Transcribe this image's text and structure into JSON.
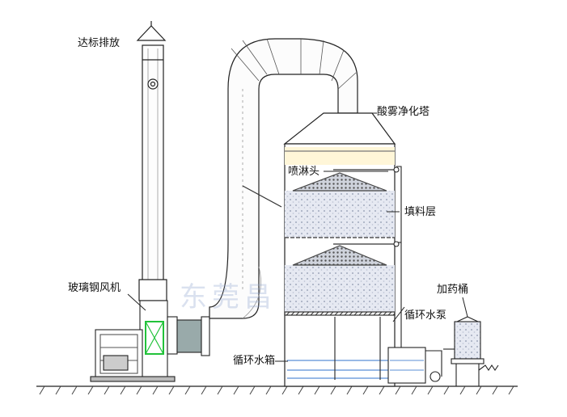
{
  "labels": {
    "stack": "达标排放",
    "tower": "酸雾净化塔",
    "spray": "喷淋头",
    "packing": "填料层",
    "fan": "玻璃钢风机",
    "pump": "循环水泵",
    "doser": "加药桶",
    "tank": "循环水箱"
  },
  "watermark": "东莞昌",
  "colors": {
    "line": "#222222",
    "packing": "#dfe3ee",
    "packingDots": "#9aa3b8",
    "water": "#5b8fd6",
    "fanGreen": "#22c23a",
    "duct": "#fbfbfb",
    "mist": "#fff6d8"
  }
}
